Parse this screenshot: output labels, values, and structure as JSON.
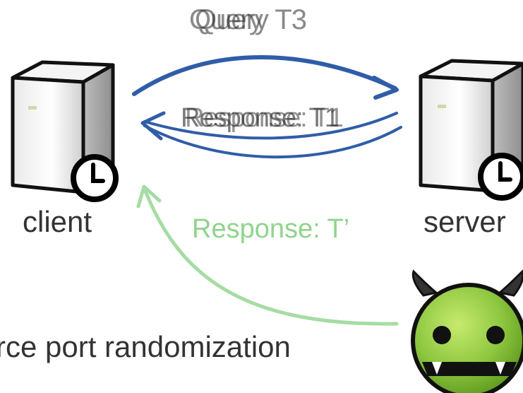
{
  "labels": {
    "query_overlap_a": "Query",
    "query_overlap_b": "Query T3",
    "response_overlap_a": "Response: T1",
    "response_overlap_b": "Response: T1",
    "client": "client",
    "server": "server",
    "attacker_response": "Response: T’",
    "caption": "rce port randomization"
  },
  "colors": {
    "arrow_blue": "#2f5da8",
    "attacker_green": "#a6dca3",
    "monster_green": "#8cc63f",
    "text_dark": "#333333"
  },
  "icons": {
    "client": "server-tower-icon",
    "server": "server-tower-icon",
    "clock": "clock-icon",
    "attacker": "green-devil-monster-icon"
  }
}
